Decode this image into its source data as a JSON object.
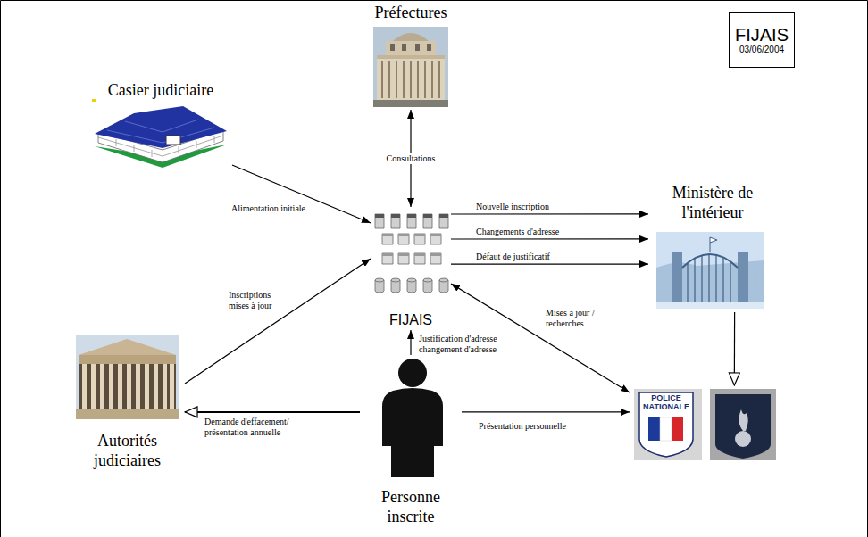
{
  "diagram": {
    "nodes": [
      {
        "text": [
          "Préfectures"
        ]
      },
      {
        "text": [
          "FIJAIS",
          "03/06/2004"
        ]
      },
      {
        "text": [
          "Casier judiciaire"
        ]
      },
      {
        "text": [
          "Ministère de l'intérieur"
        ]
      },
      {
        "text": [
          "FIJAIS"
        ]
      },
      {
        "text": [
          "Autorités judiciaires"
        ]
      },
      {
        "text": [
          "POLICE NATIONALE"
        ]
      },
      {
        "text": [
          "Personne inscrite"
        ]
      }
    ],
    "edges": [
      {
        "from": 2,
        "to": 4,
        "label": "Alimentation initiale",
        "arrow": "to"
      },
      {
        "from": 0,
        "to": 4,
        "label": "Consultations",
        "arrow": "both"
      },
      {
        "from": 4,
        "to": 3,
        "label": "Nouvelle inscription",
        "arrow": "to"
      },
      {
        "from": 4,
        "to": 3,
        "label": "Changements d'adresse",
        "arrow": "to"
      },
      {
        "from": 4,
        "to": 3,
        "label": "Défaut de justificatif",
        "arrow": "to"
      },
      {
        "from": 3,
        "to": 6,
        "arrow": "to"
      },
      {
        "from": 4,
        "to": 6,
        "label": "Mises à jour / recherches",
        "arrow": "both"
      },
      {
        "from": 5,
        "to": 4,
        "label": "Inscriptions mises à jour",
        "arrow": "to"
      },
      {
        "from": 7,
        "to": 4,
        "label": "Justification d'adresse changement d'adresse",
        "arrow": "to"
      },
      {
        "from": 7,
        "to": 5,
        "label": "Demande d'effacement/ présentation annuelle",
        "arrow": "to"
      },
      {
        "from": 7,
        "to": 6,
        "label": "Présentation personnelle",
        "arrow": "to"
      }
    ]
  }
}
